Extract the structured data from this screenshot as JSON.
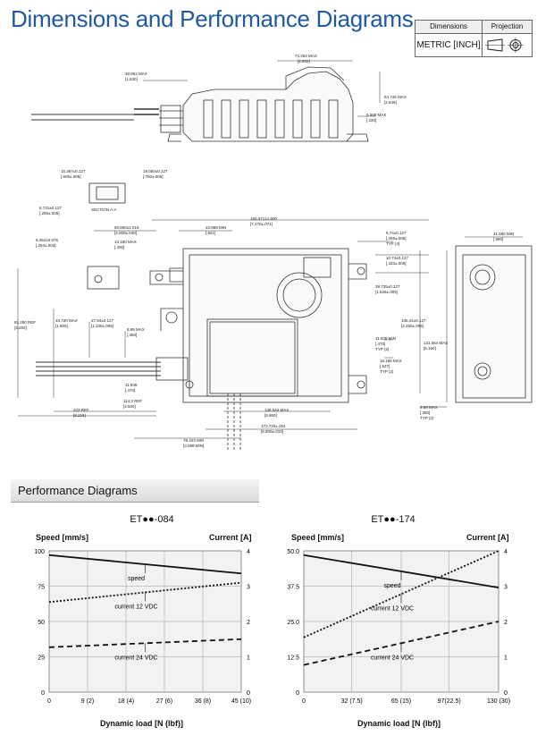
{
  "header": {
    "title": "Dimensions and Performance Diagrams",
    "proj_col1": "Dimensions",
    "proj_col2": "Projection",
    "proj_value": "METRIC [INCH]"
  },
  "drawing": {
    "labels": [
      "74.463 MAX",
      "[2.932]",
      "38.862 MAX",
      "[1.530]",
      "64.745 MAX",
      "[2.549]",
      "5.588 MAX",
      "[.220]",
      "15.367±0.127",
      "[.605±.005]",
      "19.050±0.127",
      "[.750±.005]",
      "6.731±0.127",
      "[.265±.005]",
      "SECTION A-A",
      "184.671±1.800",
      "[7.270±.071]",
      "50.800±1.016",
      "[2.000±.040]",
      "23.889 MIN",
      "[.941]",
      "10.160 MAX",
      "[.400]",
      "6.452±0.076",
      "[.254±.003]",
      "6.74±0.127",
      "[.265±.005]",
      "TYP (4)",
      "10.74±0.127",
      "[.423±.005]",
      "38.735±0.127",
      "[1.525±.005]",
      "31.590 MIN",
      "[.880]",
      "45.720 MAX",
      "[1.800]",
      "27.94±0.127",
      "[1.100±.005]",
      "8.89 MAX",
      "[.350]",
      "81.280 REF",
      "[3.200]",
      "105.41±0.127",
      "[4.150±.005]",
      "131.064 MAX",
      "[5.160]",
      "11.938 MIN",
      "[.470]",
      "TYP (2)",
      "16.186 MAX",
      "[.637]",
      "TYP (2)",
      "11.938",
      "[.470]",
      "114.3 REF",
      "[4.500]",
      "203 REF",
      "[8.215]",
      "148.844 MAX",
      "[5.860]",
      "172.720±.254",
      "[6.800±.010]",
      "8.89 MAX",
      "[.350]",
      "TYP (2)",
      "78.423 MIN",
      "[3.088 MIN]"
    ]
  },
  "performance": {
    "heading": "Performance Diagrams"
  },
  "chart_data": [
    {
      "type": "line",
      "title": "ET●●-084",
      "ylabel": "Speed [mm/s]",
      "ylabel_right": "Current [A]",
      "xlabel": "Dynamic load [N (lbf)]",
      "x_tick_labels": [
        "0",
        "9 (2)",
        "18 (4)",
        "27 (6)",
        "36 (8)",
        "45 (10)"
      ],
      "x": [
        0,
        9,
        18,
        27,
        36,
        45
      ],
      "xlim": [
        0,
        45
      ],
      "ylim": [
        0,
        100
      ],
      "y_ticks": [
        "0",
        "25",
        "50",
        "75",
        "100"
      ],
      "ylim_right": [
        0,
        4
      ],
      "y_ticks_right": [
        "0",
        "1",
        "2",
        "3",
        "4"
      ],
      "grid": true,
      "series": [
        {
          "name": "speed",
          "axis": "left",
          "style": "solid",
          "x": [
            0,
            45
          ],
          "values": [
            97,
            84
          ]
        },
        {
          "name": "current 12 VDC",
          "axis": "right",
          "style": "dotted",
          "x": [
            0,
            45
          ],
          "values": [
            2.55,
            3.1
          ]
        },
        {
          "name": "current 24 VDC",
          "axis": "right",
          "style": "dashed",
          "x": [
            0,
            45
          ],
          "values": [
            1.27,
            1.5
          ]
        }
      ]
    },
    {
      "type": "line",
      "title": "ET●●-174",
      "ylabel": "Speed [mm/s]",
      "ylabel_right": "Current [A]",
      "xlabel": "Dynamic load [N (lbf)]",
      "x_tick_labels": [
        "0",
        "32 (7.5)",
        "65 (15)",
        "97(22.5)",
        "130 (30)"
      ],
      "x": [
        0,
        32,
        65,
        97,
        130
      ],
      "xlim": [
        0,
        130
      ],
      "ylim": [
        0,
        50
      ],
      "y_ticks": [
        "0",
        "12.5",
        "25.0",
        "37.5",
        "50.0"
      ],
      "ylim_right": [
        0,
        4
      ],
      "y_ticks_right": [
        "0",
        "1",
        "2",
        "3",
        "4"
      ],
      "grid": true,
      "series": [
        {
          "name": "speed",
          "axis": "left",
          "style": "solid",
          "x": [
            0,
            130
          ],
          "values": [
            48.5,
            37
          ]
        },
        {
          "name": "current 12 VDC",
          "axis": "right",
          "style": "dotted",
          "x": [
            0,
            130
          ],
          "values": [
            1.55,
            4.0
          ]
        },
        {
          "name": "current 24 VDC",
          "axis": "right",
          "style": "dashed",
          "x": [
            0,
            130
          ],
          "values": [
            0.77,
            2.0
          ]
        }
      ]
    }
  ]
}
